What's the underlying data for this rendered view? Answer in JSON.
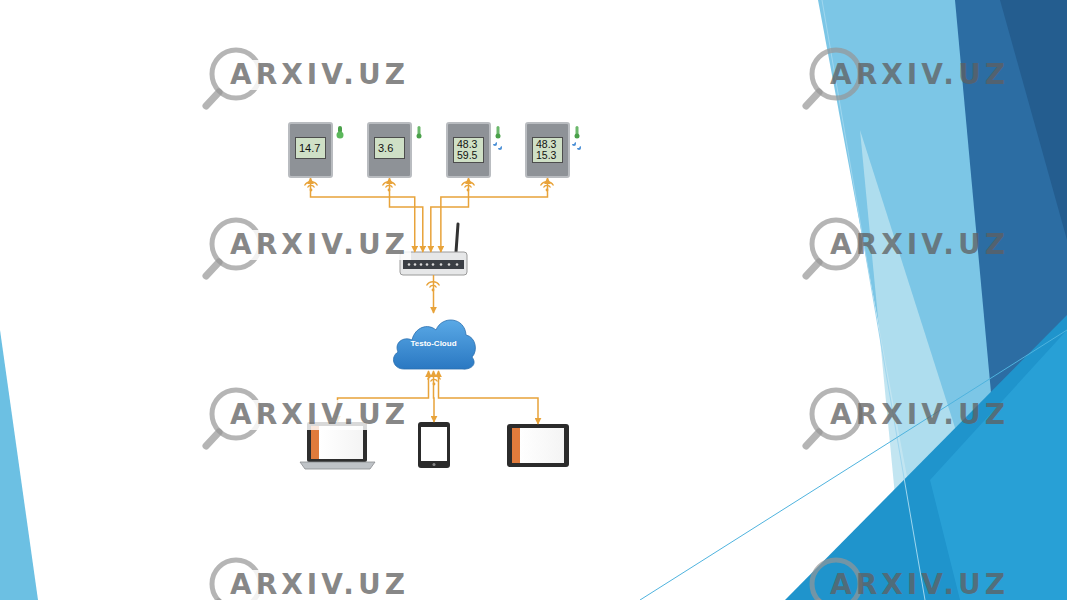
{
  "diagram": {
    "nodes": [
      {
        "text": [
          "14.7"
        ]
      },
      {
        "text": [
          "3.6"
        ]
      },
      {
        "text": [
          "48.3",
          "59.5"
        ]
      },
      {
        "text": [
          "48.3",
          "15.3"
        ]
      },
      {
        "text": []
      },
      {
        "text": [
          "Testo-Cloud"
        ]
      },
      {
        "text": []
      },
      {
        "text": []
      },
      {
        "text": []
      }
    ],
    "edges": [
      {
        "from": 0,
        "to": 4,
        "arrow": "both"
      },
      {
        "from": 1,
        "to": 4,
        "arrow": "both"
      },
      {
        "from": 2,
        "to": 4,
        "arrow": "both"
      },
      {
        "from": 3,
        "to": 4,
        "arrow": "both"
      },
      {
        "from": 4,
        "to": 5,
        "arrow": "to"
      },
      {
        "from": 5,
        "to": 6,
        "arrow": "both"
      },
      {
        "from": 5,
        "to": 7,
        "arrow": "both"
      },
      {
        "from": 5,
        "to": 8,
        "arrow": "both"
      }
    ],
    "labels": [
      "ARXIV.UZ",
      "ARXIV.UZ",
      "ARXIV.UZ",
      "ARXIV.UZ",
      "ARXIV.UZ",
      "ARXIV.UZ",
      "ARXIV.UZ",
      "ARXIV.UZ"
    ]
  }
}
